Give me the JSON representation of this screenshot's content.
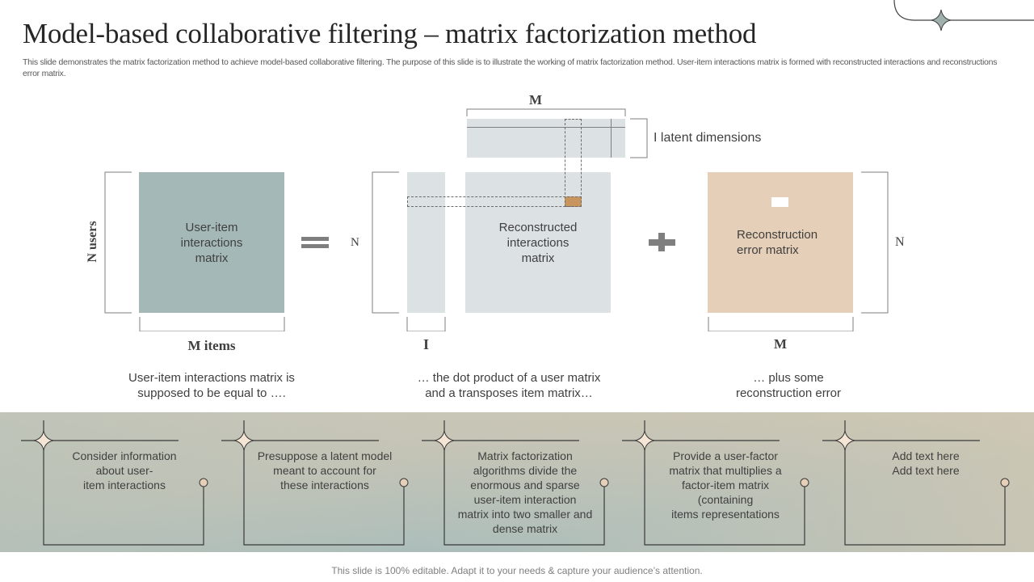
{
  "header": {
    "title": "Model-based collaborative filtering – matrix factorization method",
    "subtitle": "This slide demonstrates the matrix factorization method to achieve model-based collaborative filtering. The purpose of this slide is to illustrate the working of matrix factorization method. User-item interactions matrix is formed with reconstructed interactions and reconstructions error matrix."
  },
  "diagram": {
    "user_item_matrix": {
      "label": "User-item interactions matrix",
      "lines": [
        "User-item",
        "interactions",
        "matrix"
      ],
      "rows_label": "N users",
      "cols_label": "M items",
      "color": "#a4b9b7"
    },
    "equals_symbol": "=",
    "factor_matrices": {
      "rows_label": "N",
      "user_matrix_cols_label": "I",
      "item_matrix_cols_label": "M",
      "latent_label": "I latent dimensions",
      "reconstructed_lines": [
        "Reconstructed",
        "interactions",
        "matrix"
      ],
      "color": "#dce1e3",
      "highlight_color": "#c9955f"
    },
    "plus_symbol": "+",
    "error_matrix": {
      "lines": [
        "Reconstruction",
        "error matrix"
      ],
      "rows_label": "N",
      "cols_label": "M",
      "color": "#e6cfb8"
    },
    "captions": [
      {
        "lines": [
          "User-item interactions matrix is",
          "supposed to be equal to …."
        ]
      },
      {
        "lines": [
          "… the dot product of a user matrix",
          "and a transposes item matrix…"
        ]
      },
      {
        "lines": [
          "… plus some",
          "reconstruction  error"
        ]
      }
    ]
  },
  "cards": [
    {
      "lines": [
        "Consider information",
        "about user-",
        "item interactions"
      ]
    },
    {
      "lines": [
        "Presuppose a latent model",
        "meant to account for",
        "these interactions"
      ]
    },
    {
      "lines": [
        "Matrix factorization",
        "algorithms divide the",
        "enormous and sparse",
        "user-item interaction",
        "matrix into two smaller and",
        "dense matrix"
      ]
    },
    {
      "lines": [
        "Provide a user-factor",
        "matrix that multiplies a",
        "factor-item matrix",
        "(containing",
        "items representations"
      ]
    },
    {
      "lines": [
        "Add text here",
        "Add text here"
      ]
    }
  ],
  "footer": {
    "text": "This slide is 100% editable. Adapt it to your needs & capture your audience’s attention."
  }
}
